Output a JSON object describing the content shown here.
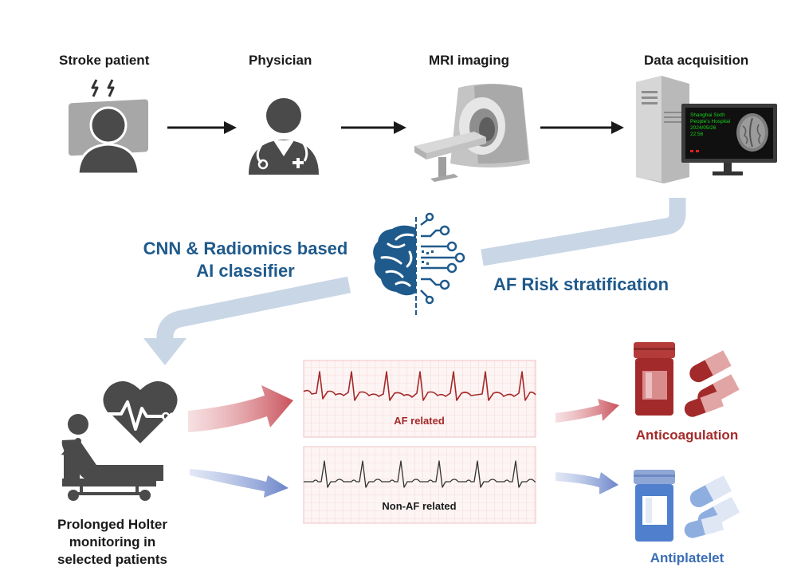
{
  "steps": {
    "stroke_patient": "Stroke patient",
    "physician": "Physician",
    "mri_imaging": "MRI imaging",
    "data_acquisition": "Data acquisition"
  },
  "screen": {
    "line1": "Shanghai Sixth",
    "line2": "People's Hospital",
    "line3": "2024/05/26",
    "line4": "22:56"
  },
  "classifier": {
    "line1": "CNN & Radiomics based",
    "line2": "AI classifier"
  },
  "stratification": "AF Risk stratification",
  "holter": {
    "line1": "Prolonged Holter",
    "line2": "monitoring in",
    "line3": "selected patients"
  },
  "ecg": {
    "af": "AF related",
    "non_af": "Non-AF related"
  },
  "treatment": {
    "anticoagulation": "Anticoagulation",
    "antiplatelet": "Antiplatelet"
  },
  "colors": {
    "dark_gray": "#4a4a4a",
    "flow_blue": "#c9d6e6",
    "title_blue": "#1f5a8c",
    "af_red": "#a52a2a",
    "antiplatelet_blue": "#3a6db5"
  },
  "icons": [
    "patient-icon",
    "physician-icon",
    "mri-scanner-icon",
    "computer-icon",
    "brain-circuit-icon",
    "holter-monitor-icon",
    "heart-ecg-icon",
    "red-pill-bottle-icon",
    "blue-pill-bottle-icon"
  ]
}
